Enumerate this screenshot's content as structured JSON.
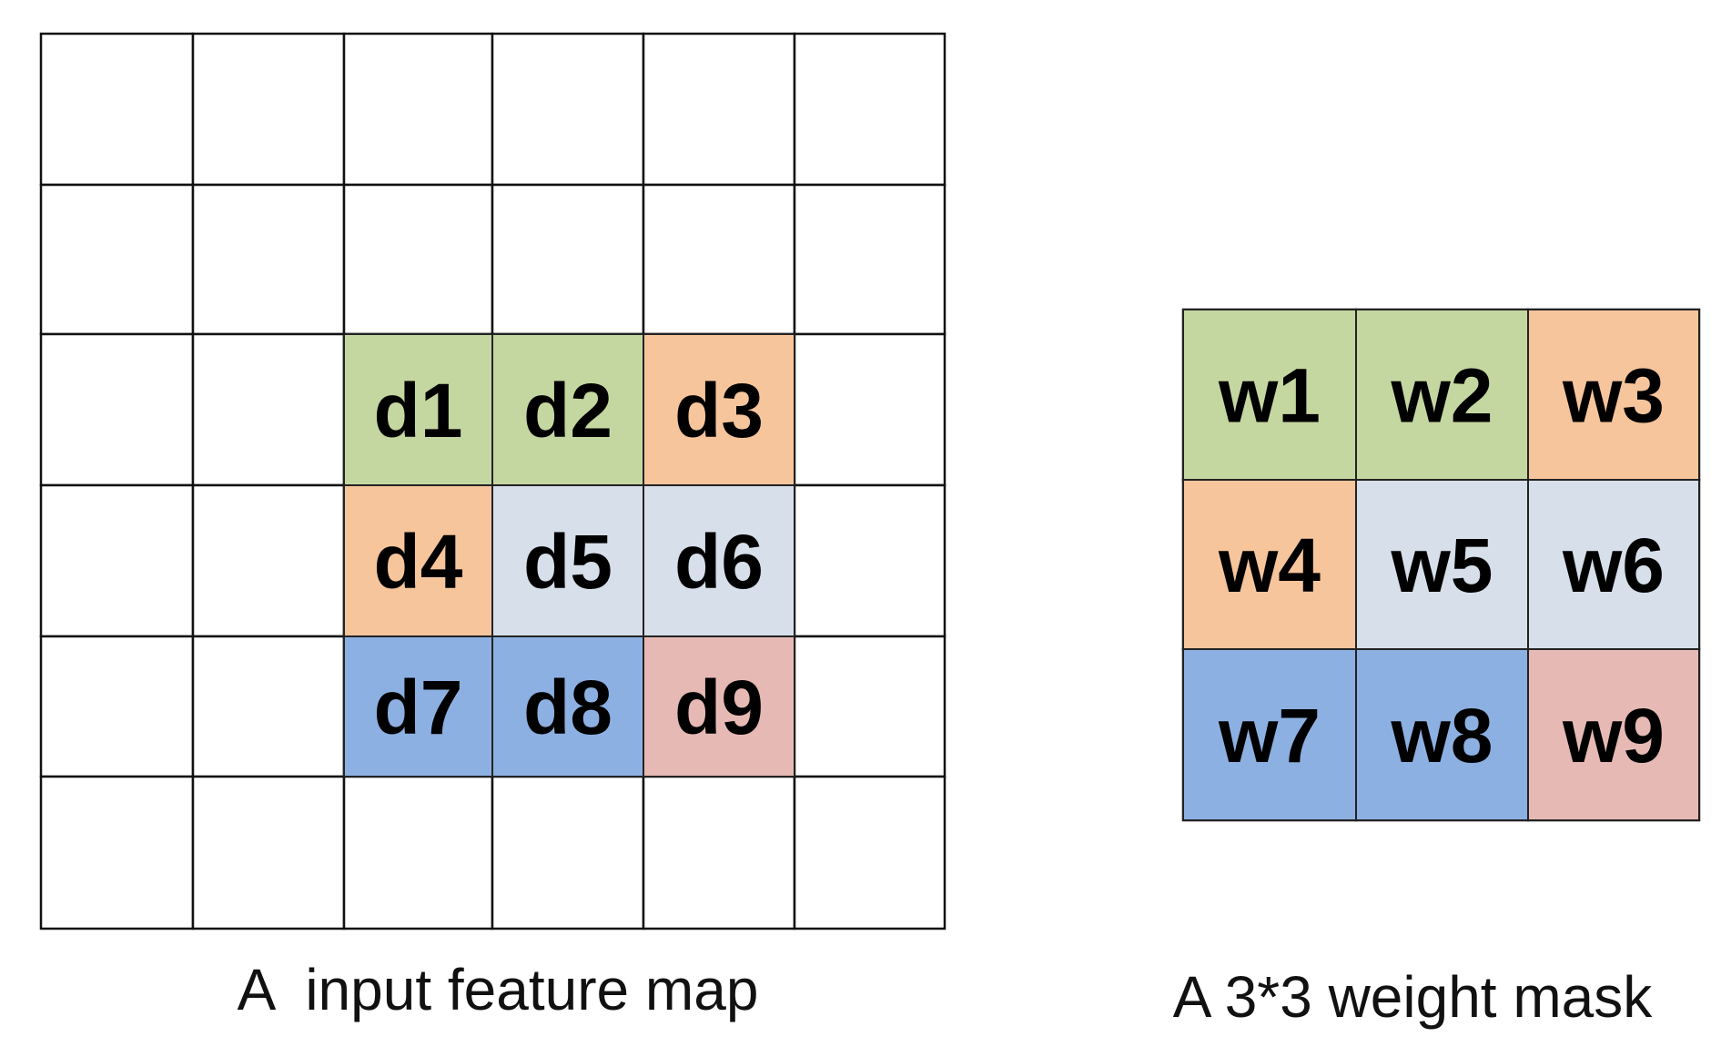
{
  "colors": {
    "green": "#c5d7a0",
    "orange": "#f7c59c",
    "lightblue": "#d6dfea",
    "blue": "#8db0e2",
    "pink": "#e6b9b5",
    "line": "#111111"
  },
  "input_map": {
    "caption": "A  input feature map",
    "rows": 6,
    "cols": 6,
    "cells": [
      {
        "row": 2,
        "col": 2,
        "label": "d1",
        "color": "green"
      },
      {
        "row": 2,
        "col": 3,
        "label": "d2",
        "color": "green"
      },
      {
        "row": 2,
        "col": 4,
        "label": "d3",
        "color": "orange"
      },
      {
        "row": 3,
        "col": 2,
        "label": "d4",
        "color": "orange"
      },
      {
        "row": 3,
        "col": 3,
        "label": "d5",
        "color": "lightblue"
      },
      {
        "row": 3,
        "col": 4,
        "label": "d6",
        "color": "lightblue"
      },
      {
        "row": 4,
        "col": 2,
        "label": "d7",
        "color": "blue"
      },
      {
        "row": 4,
        "col": 3,
        "label": "d8",
        "color": "blue"
      },
      {
        "row": 4,
        "col": 4,
        "label": "d9",
        "color": "pink"
      }
    ]
  },
  "weight_mask": {
    "caption": "A 3*3 weight mask",
    "rows": 3,
    "cols": 3,
    "cells": [
      {
        "row": 0,
        "col": 0,
        "label": "w1",
        "color": "green"
      },
      {
        "row": 0,
        "col": 1,
        "label": "w2",
        "color": "green"
      },
      {
        "row": 0,
        "col": 2,
        "label": "w3",
        "color": "orange"
      },
      {
        "row": 1,
        "col": 0,
        "label": "w4",
        "color": "orange"
      },
      {
        "row": 1,
        "col": 1,
        "label": "w5",
        "color": "lightblue"
      },
      {
        "row": 1,
        "col": 2,
        "label": "w6",
        "color": "lightblue"
      },
      {
        "row": 2,
        "col": 0,
        "label": "w7",
        "color": "blue"
      },
      {
        "row": 2,
        "col": 1,
        "label": "w8",
        "color": "blue"
      },
      {
        "row": 2,
        "col": 2,
        "label": "w9",
        "color": "pink"
      }
    ]
  }
}
